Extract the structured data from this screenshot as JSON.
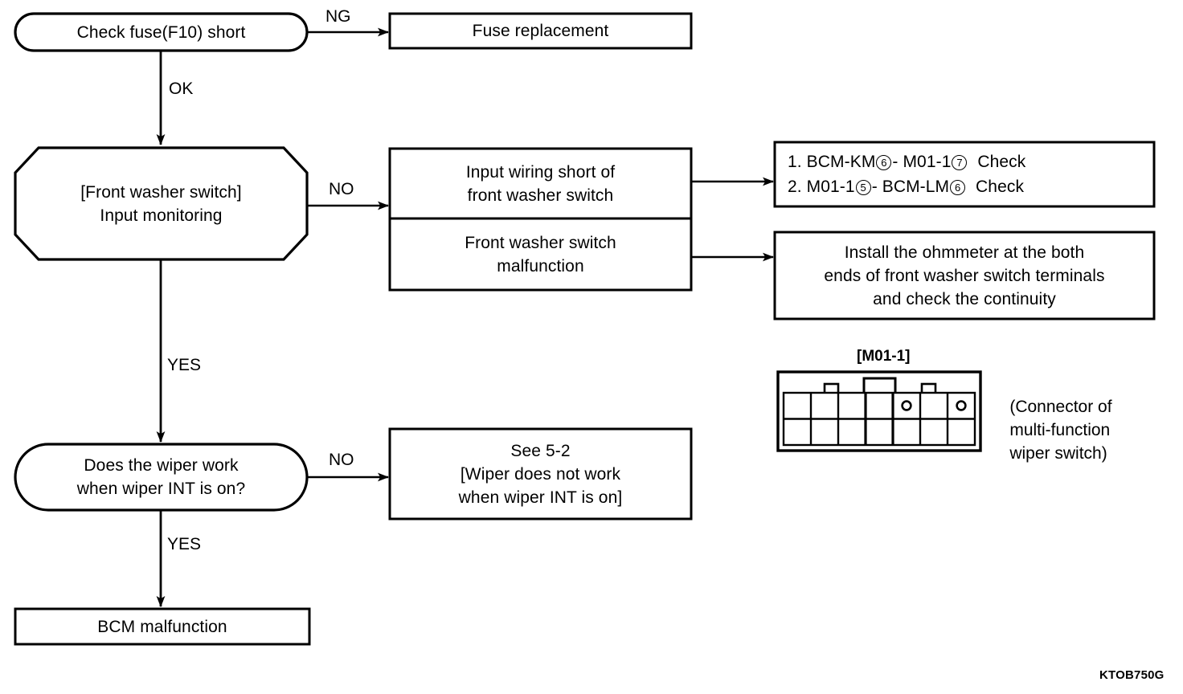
{
  "diagram": {
    "type": "flowchart",
    "reference_code": "KTOB750G",
    "nodes": [
      {
        "id": "check-fuse",
        "shape": "stadium",
        "lines": [
          "Check fuse(F10) short"
        ]
      },
      {
        "id": "fuse-replacement",
        "shape": "rect",
        "lines": [
          "Fuse replacement"
        ]
      },
      {
        "id": "front-washer-switch-input-monitoring",
        "shape": "octagon",
        "lines": [
          "[Front washer switch]",
          "Input monitoring"
        ]
      },
      {
        "id": "input-wiring-short",
        "shape": "rect-top-cell",
        "lines": [
          "Input wiring short of",
          "front washer switch"
        ]
      },
      {
        "id": "front-washer-switch-malfunction",
        "shape": "rect-bottom-cell",
        "lines": [
          "Front washer switch",
          "malfunction"
        ]
      },
      {
        "id": "bcm-km-check",
        "shape": "rect",
        "lines": [
          "1. BCM-KM ⓿ - M01-1 ⑦  Check",
          "2. M01-1 ⑤ - BCM-LM ⓿  Check"
        ]
      },
      {
        "id": "install-ohmmeter",
        "shape": "rect",
        "lines": [
          "Install the ohmmeter at the both",
          "ends of front washer switch terminals",
          "and check the continuity"
        ]
      },
      {
        "id": "does-wiper-work",
        "shape": "stadium",
        "lines": [
          "Does the wiper work",
          "when wiper INT is on?"
        ]
      },
      {
        "id": "see-5-2",
        "shape": "rect",
        "lines": [
          "See 5-2",
          "[Wiper does not work",
          "when wiper INT is on]"
        ]
      },
      {
        "id": "bcm-malfunction",
        "shape": "rect",
        "lines": [
          "BCM malfunction"
        ]
      }
    ],
    "edge_labels": [
      {
        "id": "ng-label",
        "text": "NG"
      },
      {
        "id": "ok-label",
        "text": "OK"
      },
      {
        "id": "no-label-1",
        "text": "NO"
      },
      {
        "id": "yes-label-1",
        "text": "YES"
      },
      {
        "id": "no-label-2",
        "text": "NO"
      },
      {
        "id": "yes-label-2",
        "text": "YES"
      }
    ]
  },
  "nodes": {
    "check_fuse": {
      "text": "Check fuse(F10) short"
    },
    "fuse_replacement": {
      "text": "Fuse replacement"
    },
    "input_monitoring": {
      "line1": "[Front washer switch]",
      "line2": "Input monitoring"
    },
    "input_wiring_short": {
      "line1": "Input wiring short of",
      "line2": "front washer switch"
    },
    "switch_malfunction": {
      "line1": "Front washer switch",
      "line2": "malfunction"
    },
    "bcm_check": {
      "item1_prefix": "1. BCM-KM",
      "item1_pin1": "6",
      "item1_mid": "- M01-1",
      "item1_pin2": "7",
      "item1_suffix": "Check",
      "item2_prefix": "2. M01-1",
      "item2_pin1": "5",
      "item2_mid": "- BCM-LM",
      "item2_pin2": "6",
      "item2_suffix": "Check"
    },
    "install_ohmmeter": {
      "line1": "Install the ohmmeter at the both",
      "line2": "ends of front washer switch terminals",
      "line3": "and check the continuity"
    },
    "does_wiper_work": {
      "line1": "Does the wiper work",
      "line2": "when wiper INT is on?"
    },
    "see_5_2": {
      "line1": "See 5-2",
      "line2": "[Wiper does not work",
      "line3": "when wiper INT is on]"
    },
    "bcm_malfunction": {
      "text": "BCM malfunction"
    }
  },
  "labels": {
    "ng": "NG",
    "ok": "OK",
    "no_1": "NO",
    "yes_1": "YES",
    "no_2": "NO",
    "yes_2": "YES"
  },
  "connector": {
    "title": "[M01-1]",
    "caption_line1": "(Connector of",
    "caption_line2": "multi-function",
    "caption_line3": "wiper switch)",
    "columns": 7,
    "rows": 2,
    "tab_columns": [
      2,
      4,
      6
    ],
    "marked_cells": [
      5,
      7
    ],
    "marked_cell_symbol": "o"
  },
  "footer": {
    "code": "KTOB750G"
  },
  "colors": {
    "ink": "#000000",
    "paper": "#ffffff"
  }
}
